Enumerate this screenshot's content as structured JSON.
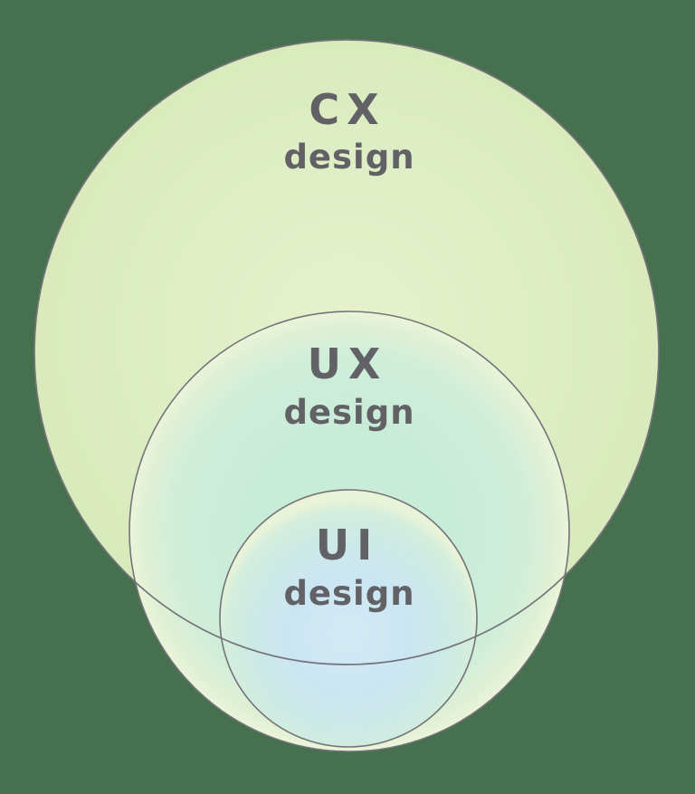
{
  "page": {
    "background_color": "#47714e"
  },
  "diagram": {
    "type": "nested-venn",
    "description": "Three concentric-style overlapping circles: CX design contains UX design contains UI design",
    "stroke_color": "#75747a",
    "label_color": "#626266",
    "circles": [
      {
        "name": "cx",
        "label": "CX",
        "sublabel": "design",
        "fill_center": "#e6f2cd",
        "fill_mid": "#dfeec5",
        "fill_edge": "#d9eabc"
      },
      {
        "name": "ux",
        "label": "UX",
        "sublabel": "design",
        "fill_center": "#c9ecd9",
        "fill_mid": "#cfeeda",
        "fill_edge": "#ebf4d8"
      },
      {
        "name": "ui",
        "label": "UI",
        "sublabel": "design",
        "fill_center": "#d2eaf6",
        "fill_mid": "#cdebe3",
        "fill_edge": "#e8f3d8"
      }
    ]
  }
}
